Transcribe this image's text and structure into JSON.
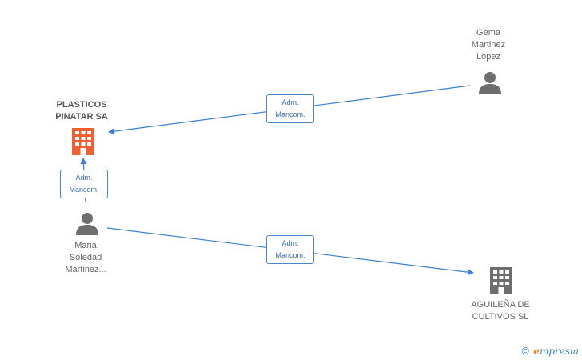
{
  "nodes": {
    "plasticos": {
      "lines": [
        "PLASTICOS",
        "PINATAR SA"
      ],
      "kind": "company",
      "color": "#f06030"
    },
    "gema": {
      "lines": [
        "Gema",
        "Martinez",
        "Lopez"
      ],
      "kind": "person",
      "color": "#6e6e6e"
    },
    "maria": {
      "lines": [
        "Maria",
        "Soledad",
        "Martinez..."
      ],
      "kind": "person",
      "color": "#6e6e6e"
    },
    "aguilena": {
      "lines": [
        "AGUILEÑA DE",
        "CULTIVOS SL"
      ],
      "kind": "company",
      "color": "#6e6e6e"
    }
  },
  "edges": [
    {
      "from": "gema",
      "to": "plasticos",
      "label": [
        "Adm.",
        "Mancom."
      ]
    },
    {
      "from": "maria",
      "to": "plasticos",
      "label": [
        "Adm.",
        "Mancom."
      ]
    },
    {
      "from": "maria",
      "to": "aguilena",
      "label": [
        "Adm.",
        "Mancom."
      ]
    }
  ],
  "colors": {
    "edge": "#3a7fd0"
  },
  "watermark": {
    "copyright": "©",
    "brand_initial": "e",
    "brand_rest": "mpresia"
  }
}
